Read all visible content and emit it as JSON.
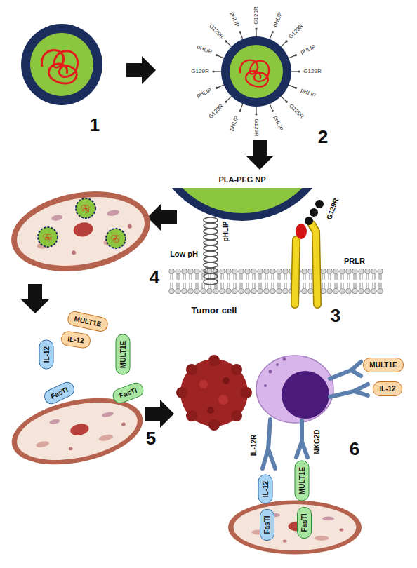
{
  "diagram": {
    "nodes": [
      {
        "text": [
          "IL-12"
        ]
      },
      {
        "text": [
          "MULT1E"
        ]
      },
      {
        "text": [
          "IL-12"
        ]
      },
      {
        "text": [
          "MULT1E"
        ]
      },
      {
        "text": [
          "FasTI"
        ]
      },
      {
        "text": [
          "FasTI"
        ]
      },
      {
        "text": [
          "MULT1E"
        ]
      },
      {
        "text": [
          "IL-12"
        ]
      },
      {
        "text": [
          "IL-12"
        ]
      },
      {
        "text": [
          "MULT1E"
        ]
      },
      {
        "text": [
          "FasTI"
        ]
      },
      {
        "text": [
          "FasTI"
        ]
      }
    ],
    "labels": [
      "1",
      "G129R",
      "G129R",
      "G129R",
      "G129R",
      "G129R",
      "G129R",
      "G129R",
      "G129R",
      "pHLIP",
      "pHLIP",
      "pHLIP",
      "pHLIP",
      "pHLIP",
      "pHLIP",
      "pHLIP",
      "pHLIP",
      "2",
      "PLA-PEG NP",
      "G129R",
      "pHLIP",
      "Low pH",
      "PRLR",
      "Tumor cell",
      "3",
      "4",
      "5",
      "IL-12R",
      "NKG2D",
      "6"
    ]
  }
}
